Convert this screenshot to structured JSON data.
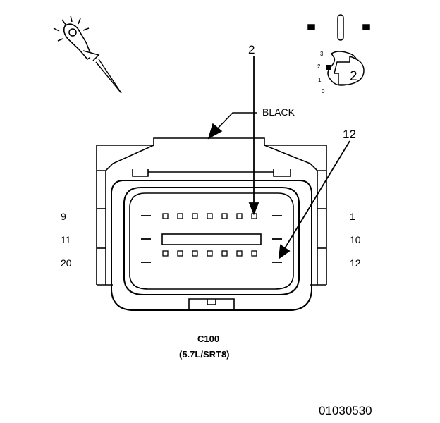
{
  "connector": {
    "color_callout": "BLACK",
    "name": "C100",
    "variant": "(5.7L/SRT8)",
    "cavity_callouts": [
      "2",
      "12"
    ],
    "pin_labels_left": [
      "9",
      "11",
      "20"
    ],
    "pin_labels_right": [
      "1",
      "10",
      "12"
    ]
  },
  "terminal_key": {
    "scale": [
      "3",
      "2",
      "1",
      "0"
    ],
    "size": "2"
  },
  "figure_id": "01030530",
  "icons": [
    "probe-tool-icon",
    "terminal-key-icon"
  ]
}
